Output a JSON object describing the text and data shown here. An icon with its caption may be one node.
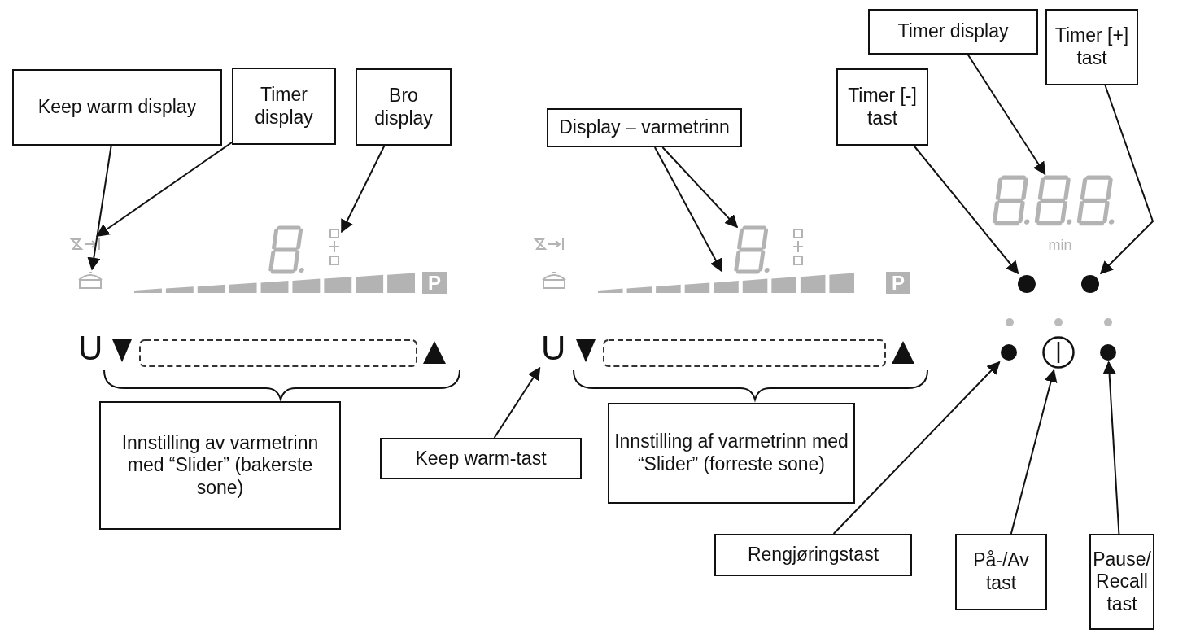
{
  "diagram": {
    "nodes": [
      {
        "text": [
          "Keep warm display"
        ]
      },
      {
        "text": [
          "Timer display"
        ]
      },
      {
        "text": [
          "Bro display"
        ]
      },
      {
        "text": [
          "Display – varmetrinn"
        ]
      },
      {
        "text": [
          "Timer [-] tast"
        ]
      },
      {
        "text": [
          "Timer display"
        ]
      },
      {
        "text": [
          "Timer [+] tast"
        ]
      },
      {
        "text": [
          "Innstilling av varmetrinn med “Slider” (bakerste sone)"
        ]
      },
      {
        "text": [
          "Keep warm-tast"
        ]
      },
      {
        "text": [
          "Innstilling af varmetrinn med “Slider” (forreste sone)"
        ]
      },
      {
        "text": [
          "Rengjøringstast"
        ]
      },
      {
        "text": [
          "På-/Av tast"
        ]
      },
      {
        "text": [
          "Pause/ Recall tast"
        ]
      },
      {
        "text": [],
        "shape": "pot"
      },
      {
        "text": [],
        "shape": "hourglass"
      },
      {
        "text": [],
        "shape": "bridge"
      },
      {
        "text": [],
        "shape": "digit"
      },
      {
        "text": [],
        "shape": "bar"
      },
      {
        "text": [
          "U"
        ]
      },
      {
        "text": [],
        "shape": "display"
      },
      {
        "text": [],
        "shape": "circle"
      },
      {
        "text": [],
        "shape": "circle"
      },
      {
        "text": [],
        "shape": "circle"
      },
      {
        "text": [],
        "shape": "button"
      },
      {
        "text": [],
        "shape": "circle"
      }
    ],
    "edges": [
      {
        "from": 0,
        "to": 13,
        "arrow": "to"
      },
      {
        "from": 1,
        "to": 14,
        "arrow": "to"
      },
      {
        "from": 2,
        "to": 15,
        "arrow": "to"
      },
      {
        "from": 3,
        "to": 16,
        "arrow": "to"
      },
      {
        "from": 3,
        "to": 17,
        "arrow": "to"
      },
      {
        "from": 4,
        "to": 20,
        "arrow": "to"
      },
      {
        "from": 5,
        "to": 19,
        "arrow": "to"
      },
      {
        "from": 6,
        "to": 21,
        "arrow": "to"
      },
      {
        "from": 8,
        "to": 18,
        "arrow": "to"
      },
      {
        "from": 10,
        "to": 22,
        "arrow": "to"
      },
      {
        "from": 11,
        "to": 23,
        "arrow": "to"
      },
      {
        "from": 12,
        "to": 24,
        "arrow": "to"
      }
    ],
    "labels": [
      "P",
      "U",
      "P",
      "min"
    ]
  }
}
